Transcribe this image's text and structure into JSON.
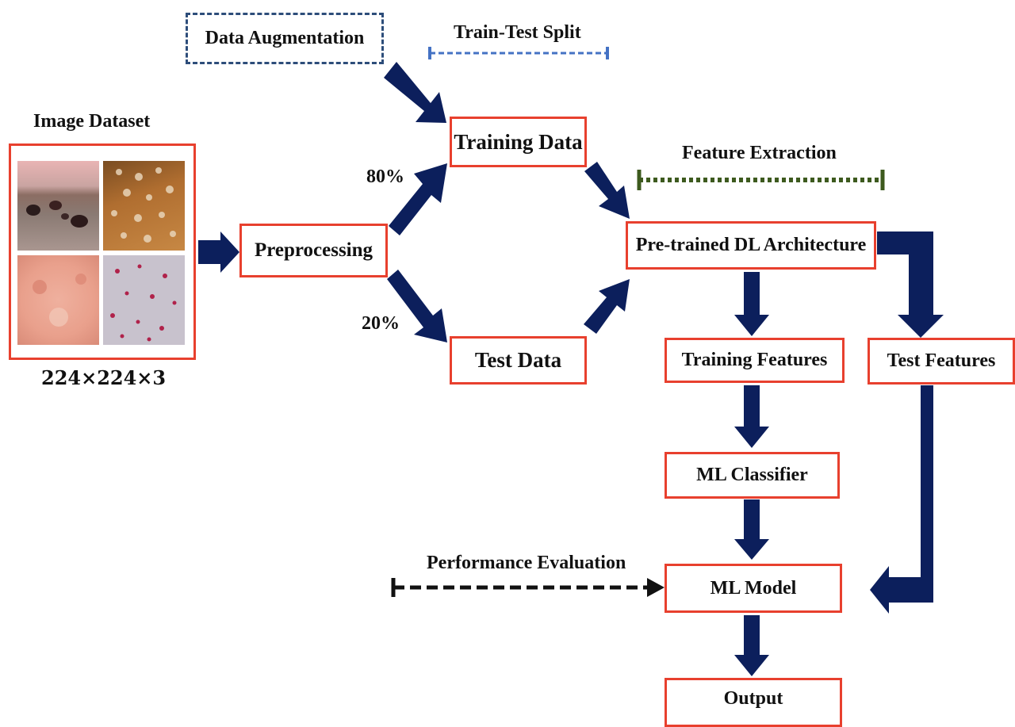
{
  "labels": {
    "image_dataset": "Image Dataset",
    "dims": "224×224×3",
    "data_augmentation": "Data Augmentation",
    "train_test_split": "Train-Test Split",
    "pct_80": "80%",
    "pct_20": "20%",
    "feature_extraction": "Feature Extraction",
    "performance_evaluation": "Performance Evaluation"
  },
  "boxes": {
    "preprocessing": "Preprocessing",
    "training_data": "Training Data",
    "test_data": "Test Data",
    "pretrained": "Pre-trained DL Architecture",
    "training_features": "Training Features",
    "test_features": "Test Features",
    "ml_classifier": "ML Classifier",
    "ml_model": "ML Model",
    "output": "Output"
  },
  "colors": {
    "box_border": "#e8402e",
    "arrow_fill": "#0c1f5c",
    "augmentation_border": "#2d4d7a",
    "split_line": "#4472c4",
    "feature_line": "#3d5a1e",
    "evaluation_line": "#111111"
  }
}
